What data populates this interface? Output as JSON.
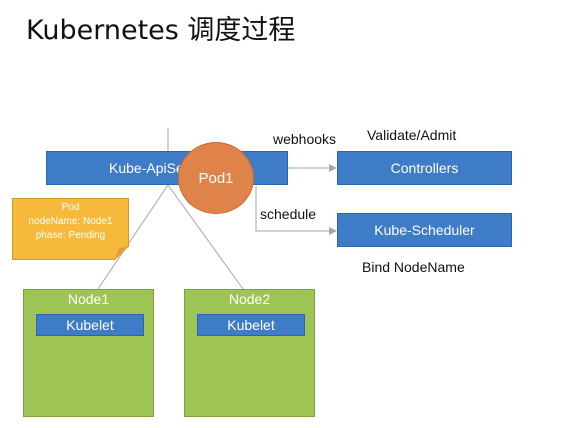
{
  "title": "Kubernetes 调度过程",
  "apiserver": {
    "label": "Kube-ApiServer"
  },
  "pod": {
    "label": "Pod1"
  },
  "controllers": {
    "label": "Controllers"
  },
  "scheduler": {
    "label": "Kube-Scheduler"
  },
  "edges": {
    "webhooks": "webhooks",
    "validate_admit": "Validate/Admit",
    "schedule": "schedule",
    "bind_nodename": "Bind NodeName"
  },
  "pod_note": {
    "lines": [
      "Pod",
      "nodeName: Node1",
      "phase: Pending"
    ]
  },
  "nodes": [
    {
      "label": "Node1",
      "kubelet": "Kubelet"
    },
    {
      "label": "Node2",
      "kubelet": "Kubelet"
    }
  ],
  "colors": {
    "box_blue": "#3f7cc8",
    "node_green": "#9ec456",
    "pod_orange": "#e0834a",
    "note_yellow": "#f6b93b",
    "connector_gray": "#a6a6a6"
  }
}
